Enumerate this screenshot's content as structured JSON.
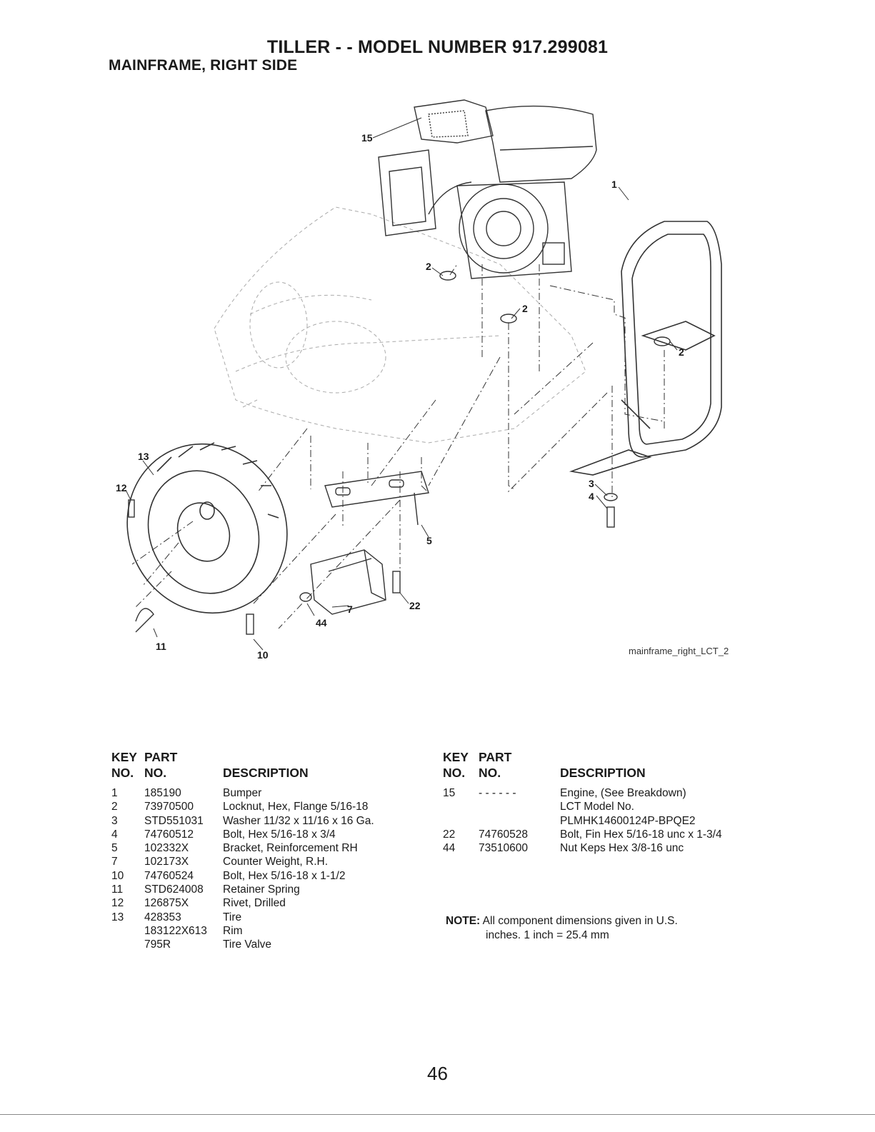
{
  "header": {
    "title": "TILLER - - MODEL NUMBER 917.299081",
    "subtitle": "MAINFRAME, RIGHT SIDE"
  },
  "diagram": {
    "file_label": "mainframe_right_LCT_2",
    "callouts": [
      "15",
      "1",
      "2",
      "2",
      "2",
      "13",
      "12",
      "3",
      "4",
      "5",
      "22",
      "7",
      "44",
      "11",
      "10"
    ]
  },
  "parts_left": {
    "headers": {
      "key_top": "KEY",
      "part_top": "PART",
      "key": "NO.",
      "part": "NO.",
      "desc": "DESCRIPTION"
    },
    "rows": [
      {
        "key": "1",
        "part": "185190",
        "desc": "Bumper"
      },
      {
        "key": "2",
        "part": "73970500",
        "desc": "Locknut, Hex, Flange  5/16-18"
      },
      {
        "key": "3",
        "part": "STD551031",
        "desc": "Washer  11/32 x 11/16 x 16 Ga."
      },
      {
        "key": "4",
        "part": "74760512",
        "desc": "Bolt, Hex  5/16-18 x 3/4"
      },
      {
        "key": "5",
        "part": "102332X",
        "desc": "Bracket, Reinforcement RH"
      },
      {
        "key": "7",
        "part": "102173X",
        "desc": "Counter Weight, R.H."
      },
      {
        "key": "10",
        "part": "74760524",
        "desc": "Bolt, Hex  5/16-18 x 1-1/2"
      },
      {
        "key": "11",
        "part": "STD624008",
        "desc": "Retainer Spring"
      },
      {
        "key": "12",
        "part": "126875X",
        "desc": "Rivet, Drilled"
      },
      {
        "key": "13",
        "part": "428353",
        "desc": "Tire"
      },
      {
        "key": "",
        "part": "183122X613",
        "desc": "Rim"
      },
      {
        "key": "",
        "part": "795R",
        "desc": "Tire Valve"
      }
    ]
  },
  "parts_right": {
    "headers": {
      "key_top": "KEY",
      "part_top": "PART",
      "key": "NO.",
      "part": "NO.",
      "desc": "DESCRIPTION"
    },
    "rows": [
      {
        "key": "15",
        "part": "- - - - - -",
        "desc": "Engine, (See Breakdown)"
      },
      {
        "key": "",
        "part": "",
        "desc": "LCT Model No."
      },
      {
        "key": "",
        "part": "",
        "desc": "PLMHK14600124P-BPQE2"
      },
      {
        "key": "22",
        "part": "74760528",
        "desc": "Bolt, Fin Hex  5/16-18 unc x 1-3/4"
      },
      {
        "key": "44",
        "part": "73510600",
        "desc": "Nut Keps Hex 3/8-16 unc"
      }
    ]
  },
  "note": {
    "label": "NOTE:",
    "line1": "All component dimensions given in U.S.",
    "line2": "inches. 1 inch = 25.4 mm"
  },
  "footer": {
    "page_number": "46"
  }
}
